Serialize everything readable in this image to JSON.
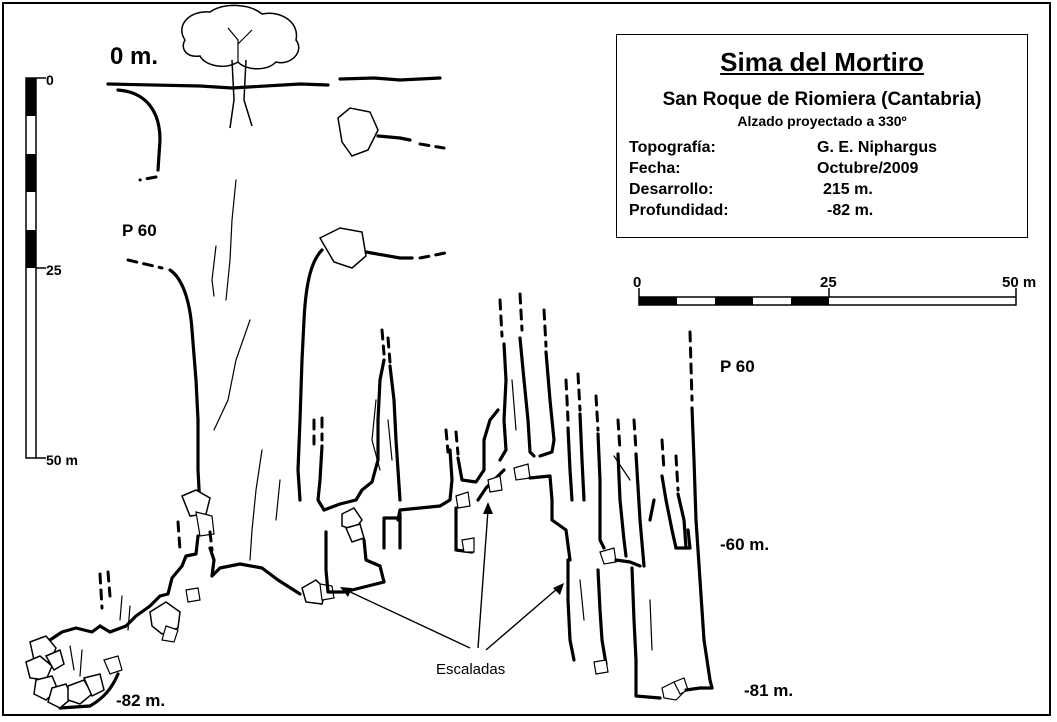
{
  "info": {
    "title": "Sima del Mortiro",
    "subtitle": "San Roque de Riomiera (Cantabria)",
    "note": "Alzado proyectado a 330º",
    "rows": [
      {
        "key": "Topografía:",
        "value": "G. E. Niphargus"
      },
      {
        "key": "Fecha:",
        "value": "Octubre/2009"
      },
      {
        "key": "Desarrollo:",
        "value": "215 m."
      },
      {
        "key": "Profundidad:",
        "value": "-82 m."
      }
    ]
  },
  "vertical_scale": {
    "top": "0",
    "mid": "25",
    "bottom": "50 m"
  },
  "horizontal_scale": {
    "left": "0",
    "mid": "25",
    "right": "50 m"
  },
  "labels": {
    "surface": "0 m.",
    "pitch_left": "P 60",
    "pitch_right": "P 60",
    "depth_60": "-60 m.",
    "depth_82": "-82 m.",
    "depth_81": "-81 m.",
    "climbs": "Escaladas"
  }
}
